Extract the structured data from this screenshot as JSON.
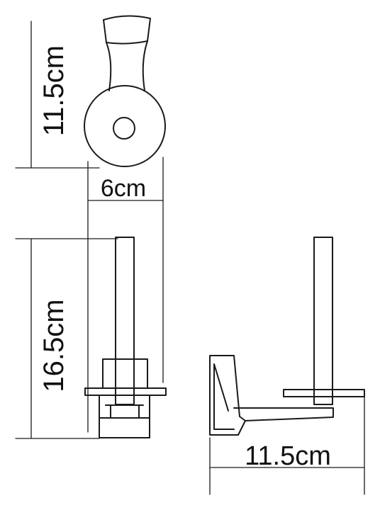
{
  "drawing": {
    "type": "technical-dimension-drawing",
    "line_color": "#1a1a1a",
    "background": "#ffffff",
    "views": [
      "top-view",
      "front-view",
      "side-view"
    ]
  },
  "dimensions": {
    "top_view_height": "11.5cm",
    "front_view_width": "6cm",
    "front_view_height": "16.5cm",
    "side_view_depth": "11.5cm"
  }
}
